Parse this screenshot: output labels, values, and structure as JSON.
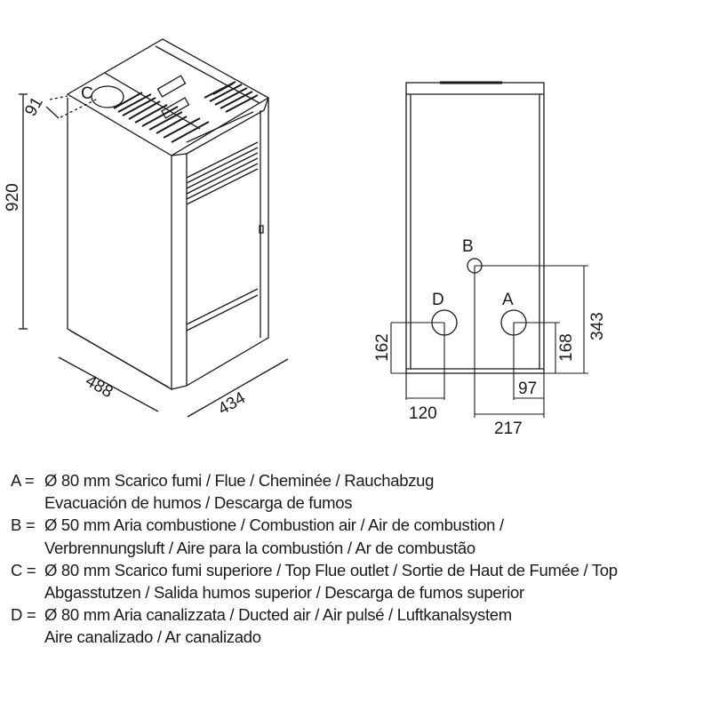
{
  "iso_view": {
    "label_c": "C",
    "dim_height": "920",
    "dim_flue_offset": "91",
    "dim_depth": "488",
    "dim_width": "434"
  },
  "rear_view": {
    "label_a": "A",
    "label_b": "B",
    "label_d": "D",
    "dim_d_height": "162",
    "dim_a_height": "168",
    "dim_b_height": "343",
    "dim_d_offset": "120",
    "dim_a_offset": "97",
    "dim_b_offset": "217"
  },
  "legend": [
    {
      "key": "A =",
      "line1": "Ø 80 mm  Scarico fumi / Flue / Cheminée / Rauchabzug",
      "line2": "Evacuación de humos / Descarga de fumos"
    },
    {
      "key": "B =",
      "line1": "Ø 50 mm  Aria combustione / Combustion air / Air de combustion /",
      "line2": "Verbrennungsluft / Aire para la combustión / Ar de combustão"
    },
    {
      "key": "C =",
      "line1": "Ø 80 mm  Scarico fumi superiore / Top Flue outlet / Sortie de Haut de Fumée / Top",
      "line2": "Abgasstutzen / Salida humos superior / Descarga de fumos superior"
    },
    {
      "key": "D =",
      "line1": "Ø 80 mm  Aria canalizzata / Ducted air / Air pulsé / Luftkanalsystem",
      "line2": "Aire canalizado / Ar canalizado"
    }
  ]
}
